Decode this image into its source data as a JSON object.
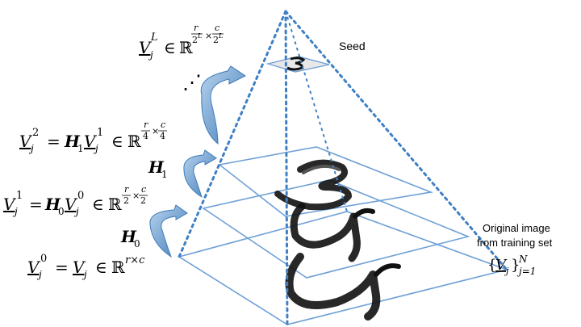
{
  "seed_label": "Seed",
  "original_label_line1": "Original image",
  "original_label_line2": "from training set",
  "original_set": {
    "open": "{",
    "V": "V",
    "sub": "j",
    "close": "}",
    "sup": "N",
    "range": "j=1"
  },
  "ellipsis": "⋰",
  "eq_L": {
    "V": "V",
    "sub": "j",
    "sup": "L",
    "in": "∈",
    "R": "ℝ",
    "r": "r",
    "c": "c",
    "den": "2",
    "den_sup": "L",
    "times": "×"
  },
  "eq_2": {
    "V": "V",
    "sub": "j",
    "sup": "2",
    "eq": "=",
    "H": "H",
    "H_sub": "1",
    "V2": "V",
    "sub2": "j",
    "sup2": "1",
    "in": "∈",
    "R": "ℝ",
    "r": "r",
    "c": "c",
    "den": "4",
    "times": "×"
  },
  "eq_1": {
    "V": "V",
    "sub": "j",
    "sup": "1",
    "eq": "=",
    "H": "H",
    "H_sub": "0",
    "V2": "V",
    "sub2": "j",
    "sup2": "0",
    "in": "∈",
    "R": "ℝ",
    "r": "r",
    "c": "c",
    "den": "2",
    "times": "×"
  },
  "eq_0": {
    "V": "V",
    "sub": "j",
    "sup": "0",
    "eq": "=",
    "V2": "V",
    "sub2": "j",
    "in": "∈",
    "R": "ℝ",
    "exp": "r×c"
  },
  "label_H1": {
    "H": "H",
    "sub": "1"
  },
  "label_H0": {
    "H": "H",
    "sub": "0"
  },
  "colors": {
    "pyramid_dots": "#3f7fc4",
    "plane_edge": "#6fa0d6",
    "arrow_fill": "#3f7bb8",
    "arrow_light": "#a9c8e8",
    "digit": "#111111"
  }
}
